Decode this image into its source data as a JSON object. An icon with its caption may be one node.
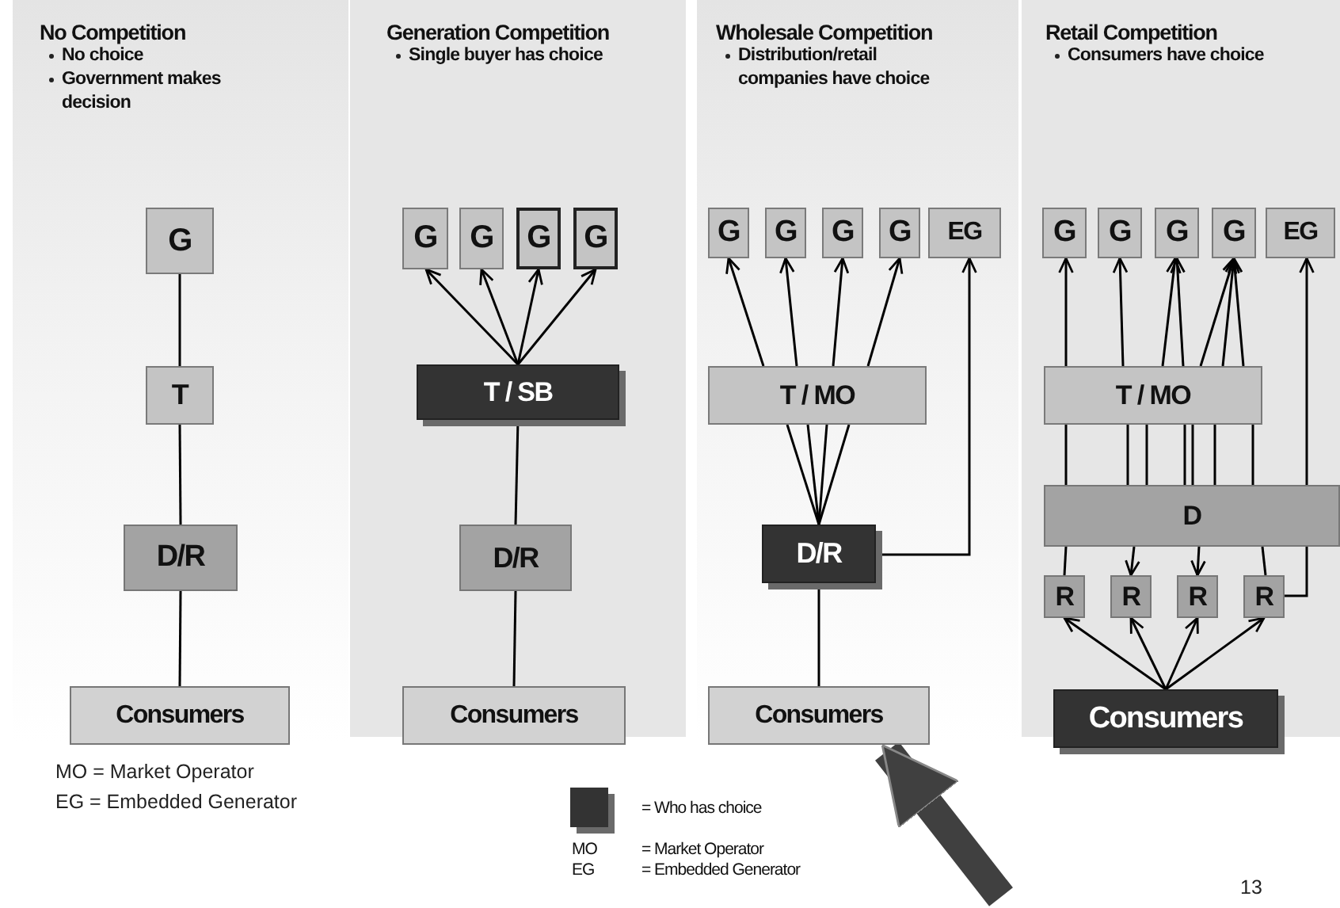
{
  "diagram": {
    "nodes": [
      {
        "text": [
          "No Competition",
          "No choice",
          "Government makes decision"
        ]
      },
      {
        "text": [
          "G"
        ],
        "in": 0
      },
      {
        "text": [
          "T"
        ],
        "in": 0
      },
      {
        "text": [
          "D/R"
        ],
        "in": 0
      },
      {
        "text": [
          "Consumers"
        ],
        "in": 0
      },
      {
        "text": [
          "Generation Competition",
          "Single buyer has choice"
        ]
      },
      {
        "text": [
          "G"
        ],
        "in": 5
      },
      {
        "text": [
          "G"
        ],
        "in": 5
      },
      {
        "text": [
          "G"
        ],
        "in": 5
      },
      {
        "text": [
          "G"
        ],
        "in": 5
      },
      {
        "text": [
          "T / SB"
        ],
        "in": 5
      },
      {
        "text": [
          "D/R"
        ],
        "in": 5
      },
      {
        "text": [
          "Consumers"
        ],
        "in": 5
      },
      {
        "text": [
          "Wholesale Competition",
          "Distribution/retail companies have choice"
        ]
      },
      {
        "text": [
          "G"
        ],
        "in": 13
      },
      {
        "text": [
          "G"
        ],
        "in": 13
      },
      {
        "text": [
          "G"
        ],
        "in": 13
      },
      {
        "text": [
          "G"
        ],
        "in": 13
      },
      {
        "text": [
          "EG"
        ],
        "in": 13
      },
      {
        "text": [
          "T / MO"
        ],
        "in": 13
      },
      {
        "text": [
          "D/R"
        ],
        "in": 13
      },
      {
        "text": [
          "Consumers"
        ],
        "in": 13
      },
      {
        "text": [
          "Retail Competition",
          "Consumers have choice"
        ]
      },
      {
        "text": [
          "G"
        ],
        "in": 22
      },
      {
        "text": [
          "G"
        ],
        "in": 22
      },
      {
        "text": [
          "G"
        ],
        "in": 22
      },
      {
        "text": [
          "G"
        ],
        "in": 22
      },
      {
        "text": [
          "EG"
        ],
        "in": 22
      },
      {
        "text": [
          "T / MO"
        ],
        "in": 22
      },
      {
        "text": [
          "D"
        ],
        "in": 22
      },
      {
        "text": [
          "R"
        ],
        "in": 22
      },
      {
        "text": [
          "R"
        ],
        "in": 22
      },
      {
        "text": [
          "R"
        ],
        "in": 22
      },
      {
        "text": [
          "R"
        ],
        "in": 22
      },
      {
        "text": [
          "Consumers"
        ],
        "in": 22
      }
    ],
    "edges": [
      {
        "from": 1,
        "to": 2,
        "arrow": "none"
      },
      {
        "from": 2,
        "to": 3,
        "arrow": "none"
      },
      {
        "from": 3,
        "to": 4,
        "arrow": "none"
      },
      {
        "from": 10,
        "to": 6,
        "arrow": "to"
      },
      {
        "from": 10,
        "to": 7,
        "arrow": "to"
      },
      {
        "from": 10,
        "to": 8,
        "arrow": "to"
      },
      {
        "from": 10,
        "to": 9,
        "arrow": "to"
      },
      {
        "from": 10,
        "to": 11,
        "arrow": "none"
      },
      {
        "from": 11,
        "to": 12,
        "arrow": "none"
      },
      {
        "from": 19,
        "to": 14,
        "arrow": "to"
      },
      {
        "from": 19,
        "to": 15,
        "arrow": "to"
      },
      {
        "from": 19,
        "to": 16,
        "arrow": "to"
      },
      {
        "from": 19,
        "to": 17,
        "arrow": "to"
      },
      {
        "from": 20,
        "to": 19,
        "arrow": "none"
      },
      {
        "from": 20,
        "to": 19,
        "arrow": "none"
      },
      {
        "from": 20,
        "to": 19,
        "arrow": "none"
      },
      {
        "from": 20,
        "to": 19,
        "arrow": "none"
      },
      {
        "from": 20,
        "to": 18,
        "arrow": "to"
      },
      {
        "from": 20,
        "to": 21,
        "arrow": "none"
      },
      {
        "from": 28,
        "to": 23,
        "arrow": "to"
      },
      {
        "from": 28,
        "to": 24,
        "arrow": "to"
      },
      {
        "from": 28,
        "to": 25,
        "arrow": "to"
      },
      {
        "from": 28,
        "to": 25,
        "arrow": "to"
      },
      {
        "from": 28,
        "to": 26,
        "arrow": "to"
      },
      {
        "from": 28,
        "to": 26,
        "arrow": "to"
      },
      {
        "from": 28,
        "to": 26,
        "arrow": "to"
      },
      {
        "from": 29,
        "to": 28,
        "arrow": "none"
      },
      {
        "from": 29,
        "to": 28,
        "arrow": "none"
      },
      {
        "from": 29,
        "to": 28,
        "arrow": "none"
      },
      {
        "from": 29,
        "to": 28,
        "arrow": "none"
      },
      {
        "from": 29,
        "to": 28,
        "arrow": "none"
      },
      {
        "from": 29,
        "to": 28,
        "arrow": "none"
      },
      {
        "from": 29,
        "to": 28,
        "arrow": "none"
      },
      {
        "from": 29,
        "to": 30,
        "arrow": "none"
      },
      {
        "from": 29,
        "to": 31,
        "arrow": "to"
      },
      {
        "from": 29,
        "to": 32,
        "arrow": "to"
      },
      {
        "from": 29,
        "to": 33,
        "arrow": "none"
      },
      {
        "from": 33,
        "to": 29,
        "arrow": "none"
      },
      {
        "from": 29,
        "to": 27,
        "arrow": "to"
      },
      {
        "from": 34,
        "to": 30,
        "arrow": "to"
      },
      {
        "from": 34,
        "to": 31,
        "arrow": "to"
      },
      {
        "from": 34,
        "to": 32,
        "arrow": "to"
      },
      {
        "from": 34,
        "to": 33,
        "arrow": "to"
      },
      {
        "from": null,
        "to": 13,
        "arrow": "to",
        "style": "thick",
        "color": "#404040"
      }
    ],
    "labels": [
      "MO = Market Operator",
      "EG = Embedded Generator",
      "MO",
      "= Market Operator",
      "EG",
      "= Embedded Generator",
      "13"
    ],
    "legend": [
      {
        "text": "= Who has choice",
        "color": "#333333"
      }
    ]
  }
}
